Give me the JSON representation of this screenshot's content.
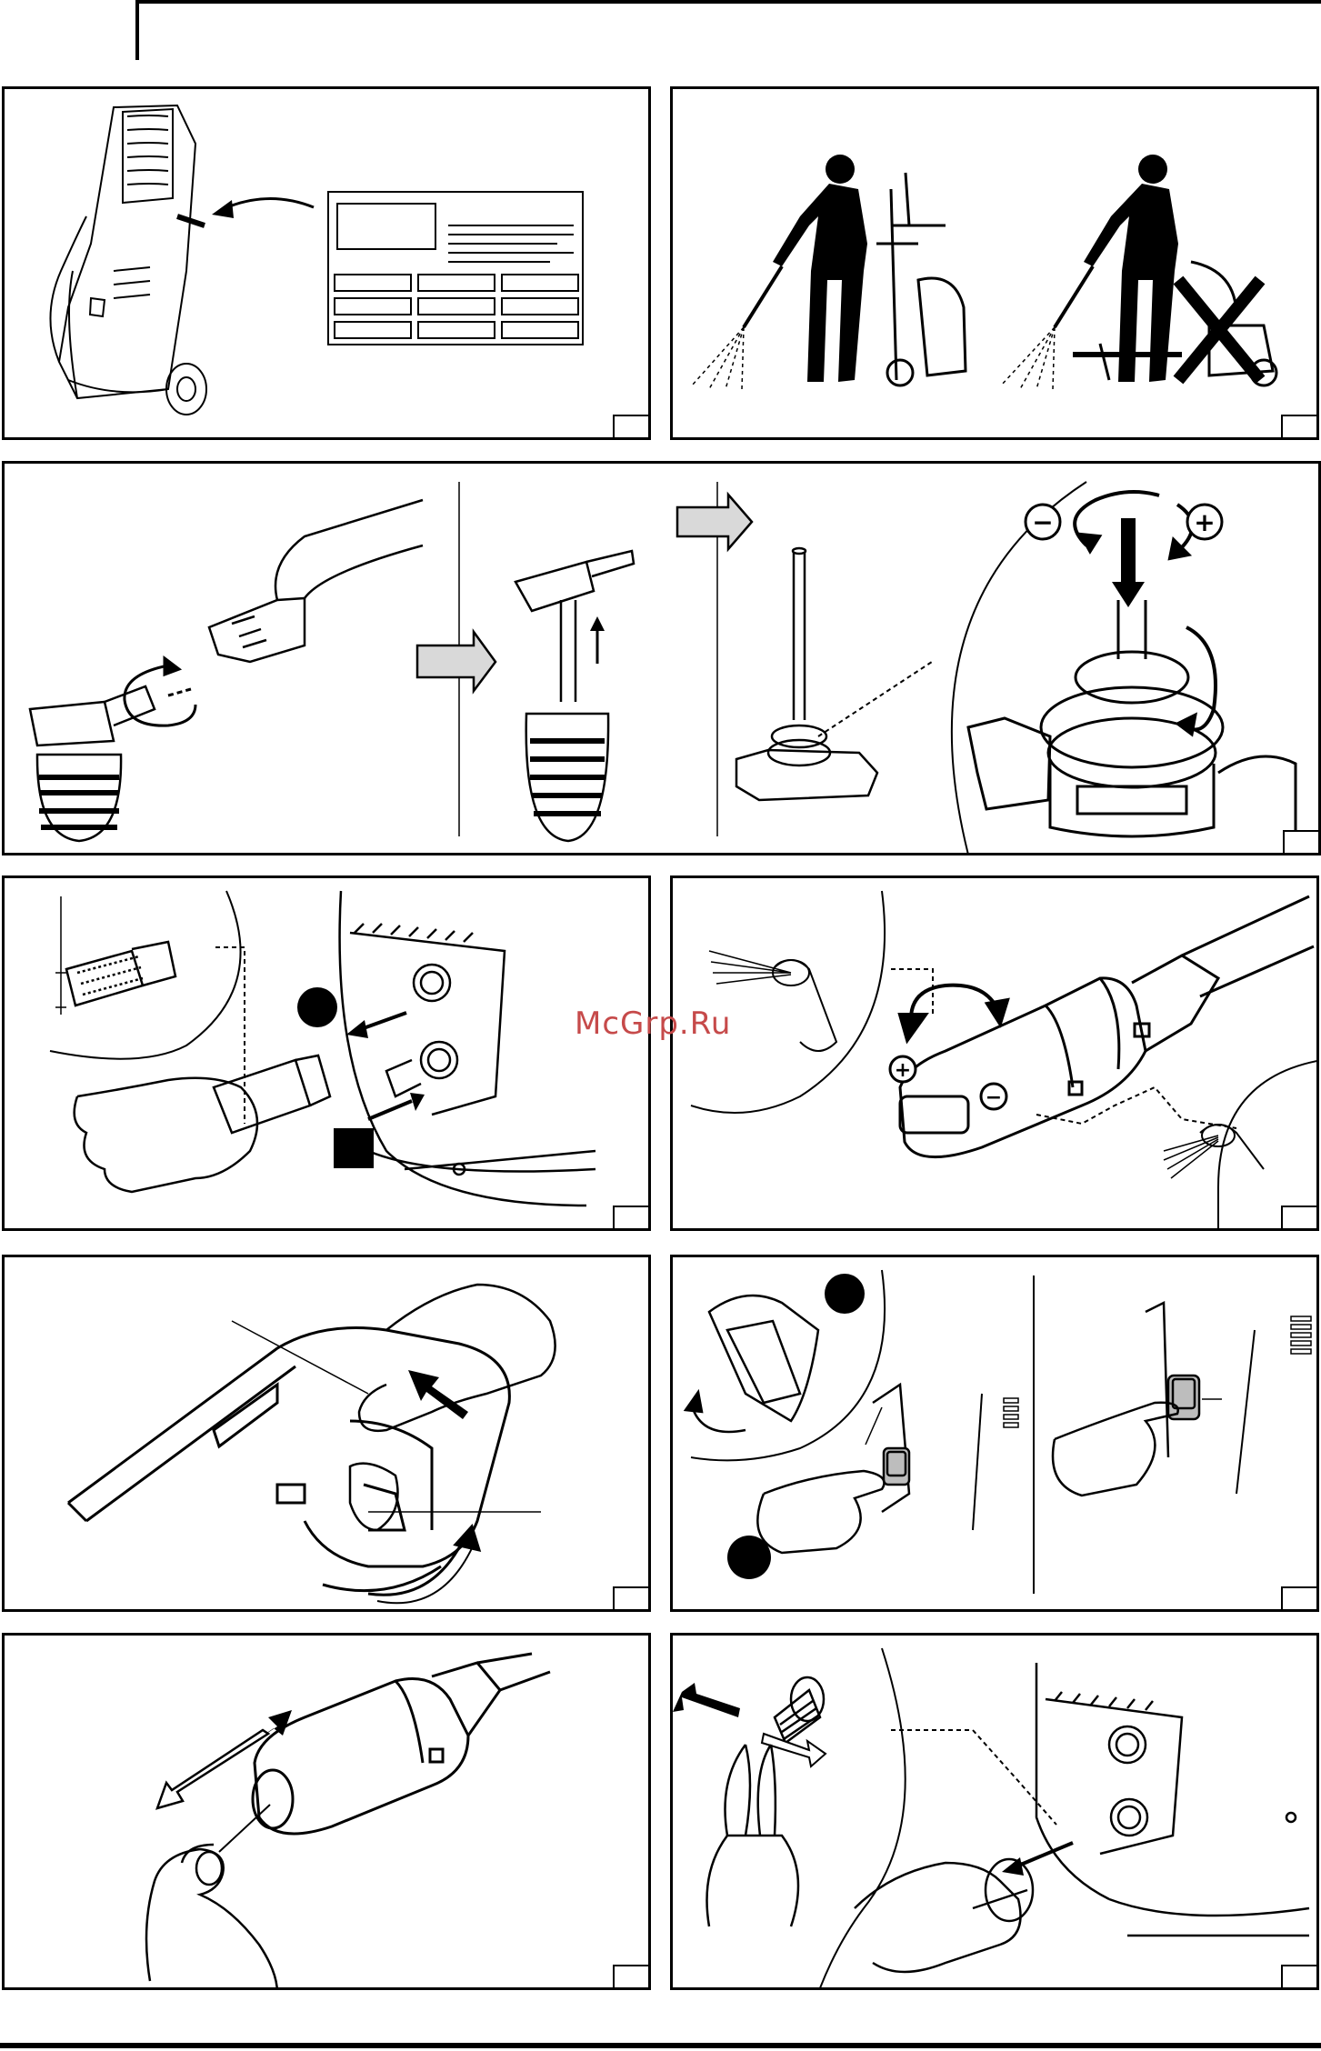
{
  "watermark": {
    "text": "McGrp.Ru",
    "color": "#c64a4a"
  },
  "symbols": {
    "minus": "−",
    "plus": "+"
  },
  "colors": {
    "line": "#000000",
    "arrow_fill": "#d9d9d9",
    "background": "#ffffff"
  },
  "panels": [
    {
      "id": "nameplate",
      "icons": [
        "pressure-washer-icon",
        "rating-plate-icon",
        "pointer-arrow-icon"
      ]
    },
    {
      "id": "posture",
      "icons": [
        "person-spraying-icon",
        "person-spraying-icon",
        "prohibited-cross-icon"
      ]
    },
    {
      "id": "detergent-bottle",
      "icons": [
        "detergent-bottle-icon",
        "rotate-arrow-icon",
        "flow-arrow-icon",
        "adjust-ring-icon"
      ]
    },
    {
      "id": "inlet-filter",
      "icons": [
        "hose-connector-icon",
        "hand-icon",
        "outlet-fitting-icon"
      ]
    },
    {
      "id": "nozzle-adjust",
      "icons": [
        "nozzle-icon",
        "rotate-arrow-icon",
        "spray-jet-icon"
      ]
    },
    {
      "id": "trigger-lock",
      "icons": [
        "spray-gun-icon",
        "hand-icon",
        "curved-arrow-icon"
      ]
    },
    {
      "id": "power-switch",
      "icons": [
        "switch-icon",
        "finger-icon",
        "hand-icon"
      ]
    },
    {
      "id": "nozzle-cleaning",
      "icons": [
        "nozzle-icon",
        "needle-icon",
        "double-arrow-icon"
      ]
    },
    {
      "id": "filter-removal",
      "icons": [
        "pliers-icon",
        "filter-icon",
        "outlet-fitting-icon"
      ]
    }
  ]
}
